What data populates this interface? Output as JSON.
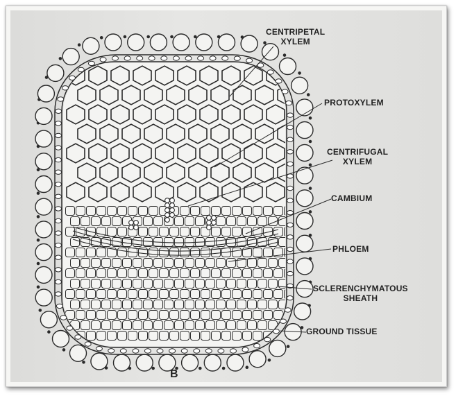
{
  "diagram": {
    "figure_letter": "B",
    "labels": {
      "centripetal_xylem": [
        "CENTRIPETAL",
        "XYLEM"
      ],
      "protoxylem": "PROTOXYLEM",
      "centrifugal_xylem": [
        "CENTRIFUGAL",
        "XYLEM"
      ],
      "cambium": "CAMBIUM",
      "phloem": "PHLOEM",
      "sclerenchymatous_sheath": [
        "SCLERENCHYMATOUS",
        "SHEATH"
      ],
      "ground_tissue": "GROUND TISSUE"
    }
  },
  "colors": {
    "ink": "#2a2a2a",
    "paper": "#e2e2e0"
  }
}
